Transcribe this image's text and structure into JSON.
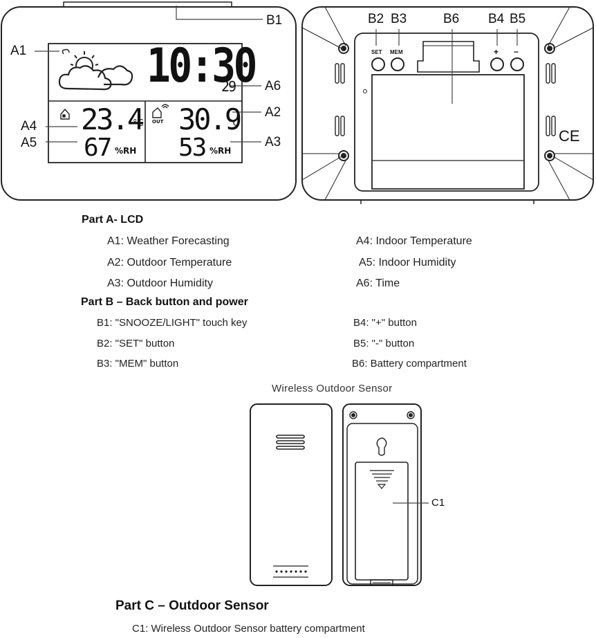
{
  "callouts": {
    "A1": "A1",
    "A2": "A2",
    "A3": "A3",
    "A4": "A4",
    "A5": "A5",
    "A6": "A6",
    "B1": "B1",
    "B2": "B2",
    "B3": "B3",
    "B4": "B4",
    "B5": "B5",
    "B6": "B6",
    "C1": "C1"
  },
  "lcd": {
    "time_hm": "10:30",
    "time_sec": "29",
    "indoor_temp": "23.4",
    "outdoor_temp": "30.9",
    "temp_unit": "°C",
    "indoor_humidity": "67",
    "outdoor_humidity": "53",
    "humidity_unit": "%RH",
    "out_tag": "OUT"
  },
  "back_buttons": {
    "set": "SET",
    "mem": "MEM",
    "plus": "+",
    "minus": "−"
  },
  "ce_mark": "CE",
  "part_a": {
    "heading": "Part A- LCD",
    "items": [
      "A1: Weather Forecasting",
      "A2: Outdoor Temperature",
      "A3: Outdoor Humidity",
      "A4: Indoor Temperature",
      "A5: Indoor Humidity",
      "A6: Time"
    ]
  },
  "part_b": {
    "heading": "Part B – Back button and power",
    "items": [
      "B1: \"SNOOZE/LIGHT\" touch key",
      "B2: \"SET\" button",
      "B3: \"MEM\" button",
      "B4: \"+\" button",
      "B5: \"-\" button",
      "B6: Battery compartment"
    ]
  },
  "sensor_title": "Wireless Outdoor Sensor",
  "part_c": {
    "heading": "Part C – Outdoor Sensor",
    "items": [
      "C1: Wireless Outdoor Sensor battery compartment"
    ]
  },
  "colors": {
    "line": "#222222",
    "display_bg": "#ffffff"
  }
}
